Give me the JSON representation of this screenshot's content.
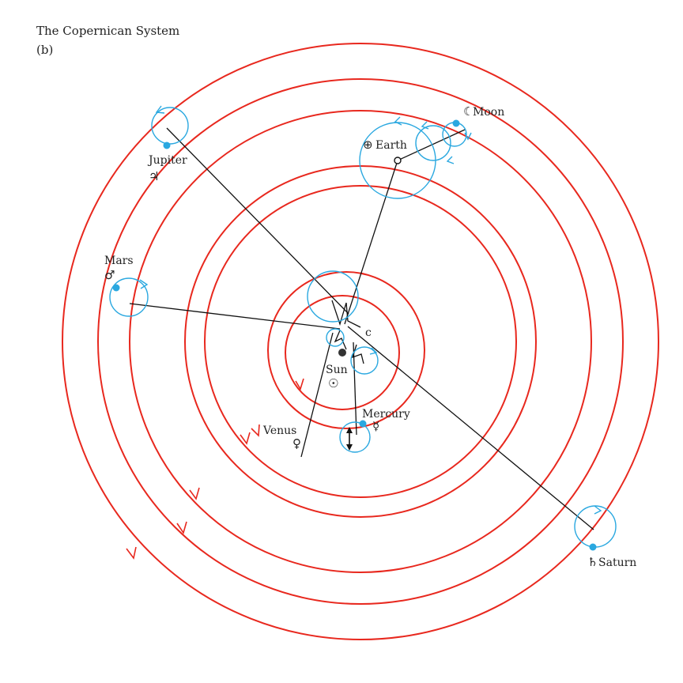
{
  "title": "The Copernican System",
  "subtitle": "(b)",
  "labels": {
    "moon": "Moon",
    "moon_symbol": "☾",
    "earth": "Earth",
    "earth_symbol": "⊕",
    "jupiter": "Jupiter",
    "jupiter_symbol": "♃",
    "mars": "Mars",
    "mars_symbol": "♂",
    "sun": "Sun",
    "sun_symbol": "☉",
    "center": "c",
    "venus": "Venus",
    "venus_symbol": "♀",
    "mercury": "Mercury",
    "mercury_symbol": "☿",
    "saturn": "Saturn",
    "saturn_symbol": "♄"
  },
  "colors": {
    "orbit": "#e8281e",
    "epicycle": "#2aa8e0",
    "line": "#111111"
  }
}
